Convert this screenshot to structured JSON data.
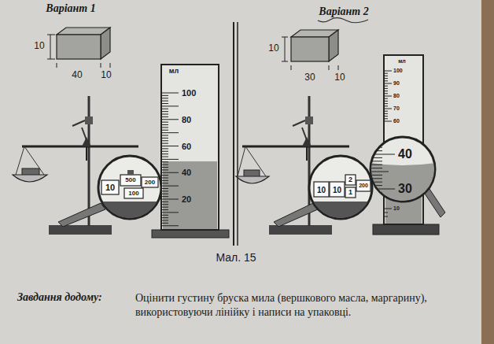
{
  "diagram": {
    "caption": "Мал. 15",
    "labels": [
      "Варіант 1",
      "10",
      "40",
      "10",
      "10",
      "500",
      "100",
      "200",
      "мл",
      "100",
      "80",
      "60",
      "40",
      "20",
      "Варіант 2",
      "10",
      "30",
      "10",
      "10",
      "10",
      "2",
      "1",
      "200",
      "мл",
      "100",
      "90",
      "80",
      "70",
      "60",
      "40",
      "30",
      "10",
      "Завдання додому:",
      "Оцінити густину бруска мила (вершкового масла, маргарину), використовуючи лінійку і написи на упаковці."
    ]
  }
}
